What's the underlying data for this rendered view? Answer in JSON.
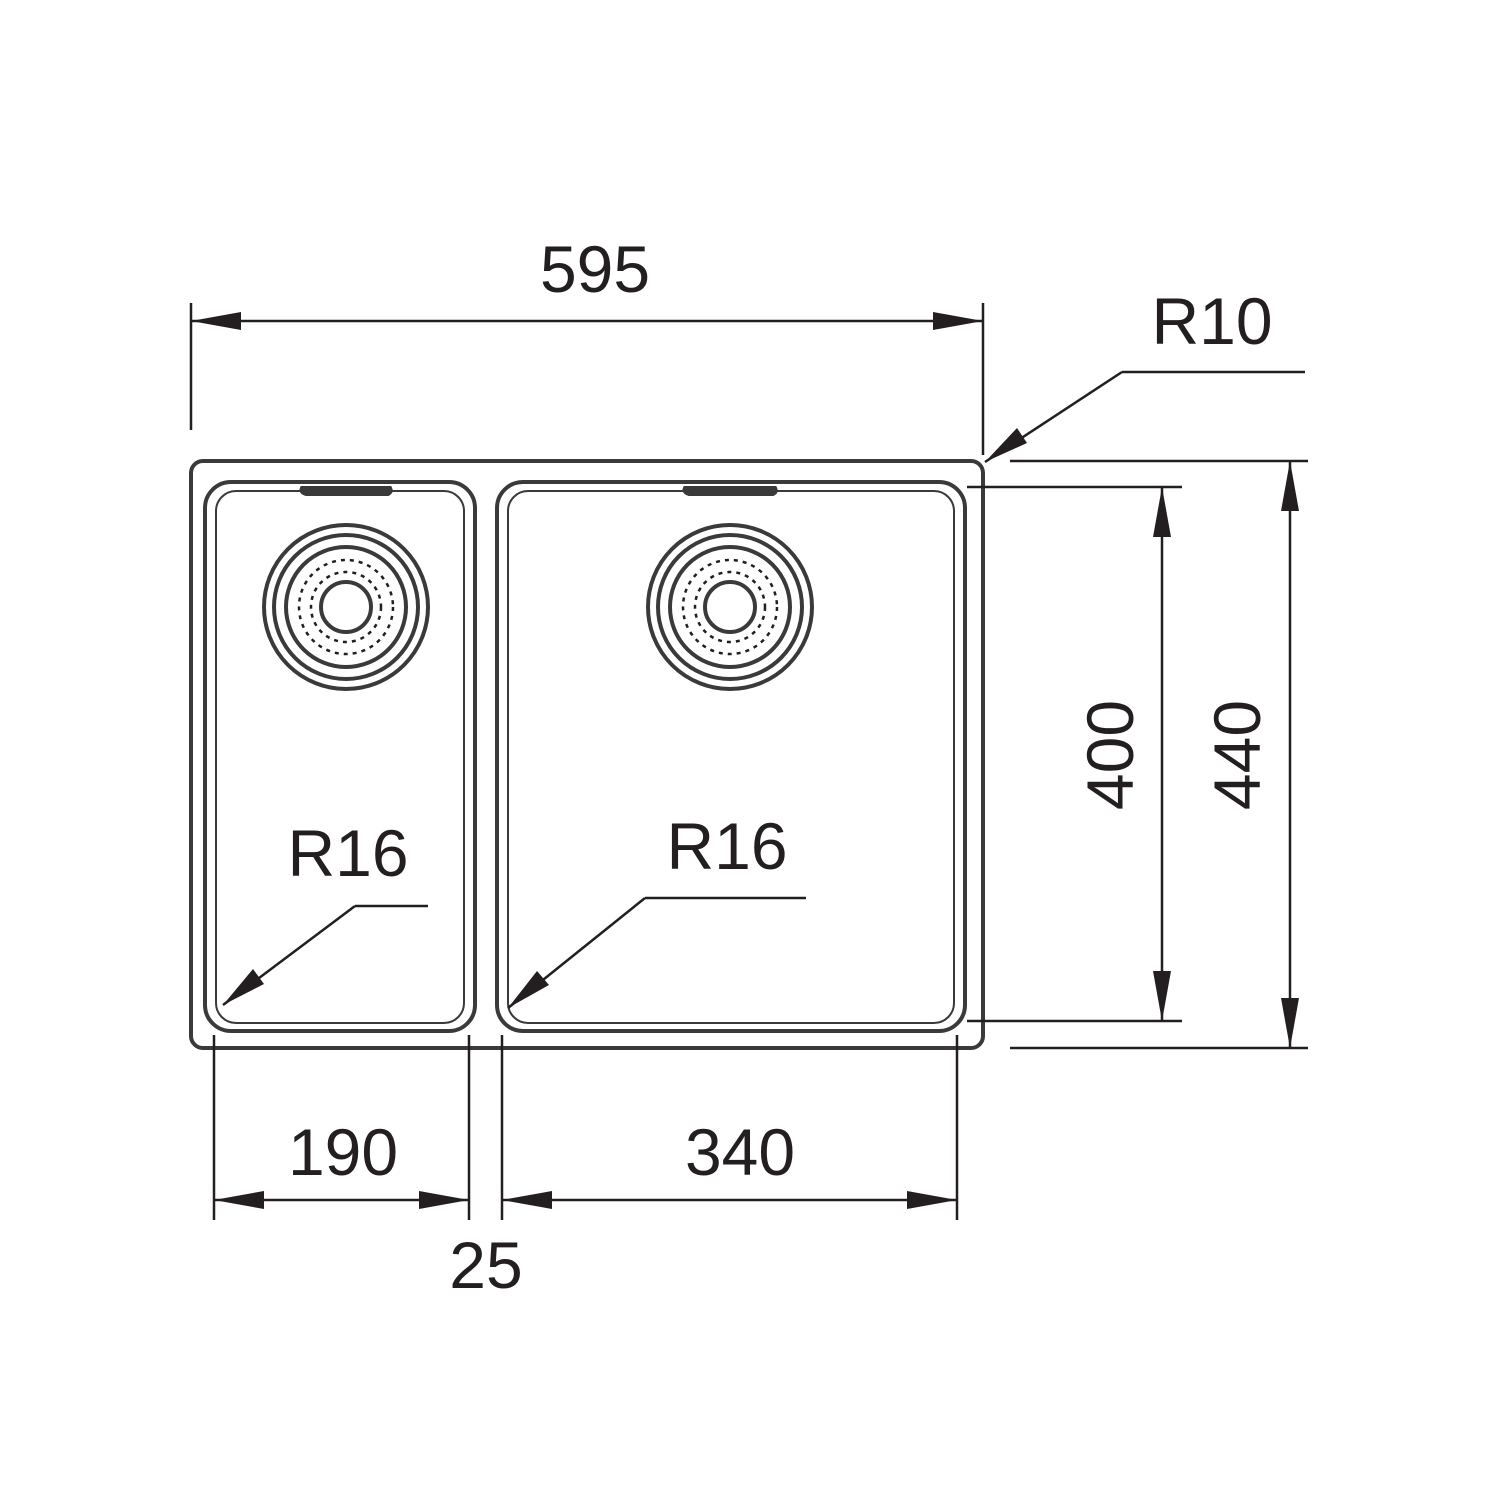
{
  "dimensions": {
    "overall_width": "595",
    "overall_depth": "440",
    "bowl_depth": "400",
    "small_bowl_width": "190",
    "large_bowl_width": "340",
    "divider_width": "25"
  },
  "radii": {
    "outer_corner": "R10",
    "small_bowl_corner": "R16",
    "large_bowl_corner": "R16"
  },
  "colors": {
    "line": "#3a3a3a",
    "text": "#231f20",
    "background": "#ffffff"
  }
}
